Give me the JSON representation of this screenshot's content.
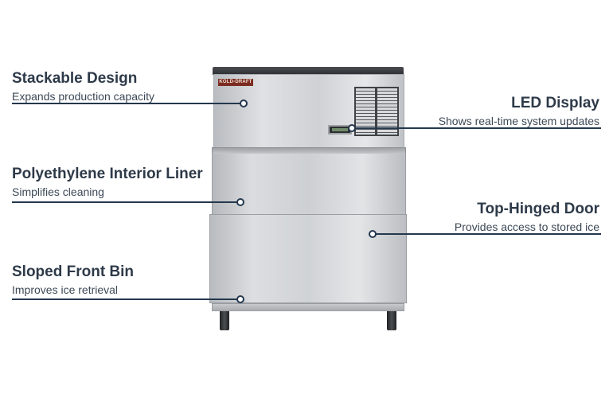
{
  "machine": {
    "brand": "KOLD-DRAFT"
  },
  "colors": {
    "heading": "#2e3a49",
    "body": "#3c4856",
    "leader_line": "#24384e",
    "background": "#ffffff"
  },
  "callouts": {
    "stackable_design": {
      "title": "Stackable Design",
      "description": "Expands production capacity"
    },
    "led_display": {
      "title": "LED Display",
      "description": "Shows real-time system updates"
    },
    "polyethylene_liner": {
      "title": "Polyethylene Interior Liner",
      "description": "Simplifies cleaning"
    },
    "top_hinged_door": {
      "title": "Top-Hinged Door",
      "description": "Provides access to stored ice"
    },
    "sloped_front_bin": {
      "title": "Sloped Front Bin",
      "description": "Improves ice retrieval"
    }
  }
}
